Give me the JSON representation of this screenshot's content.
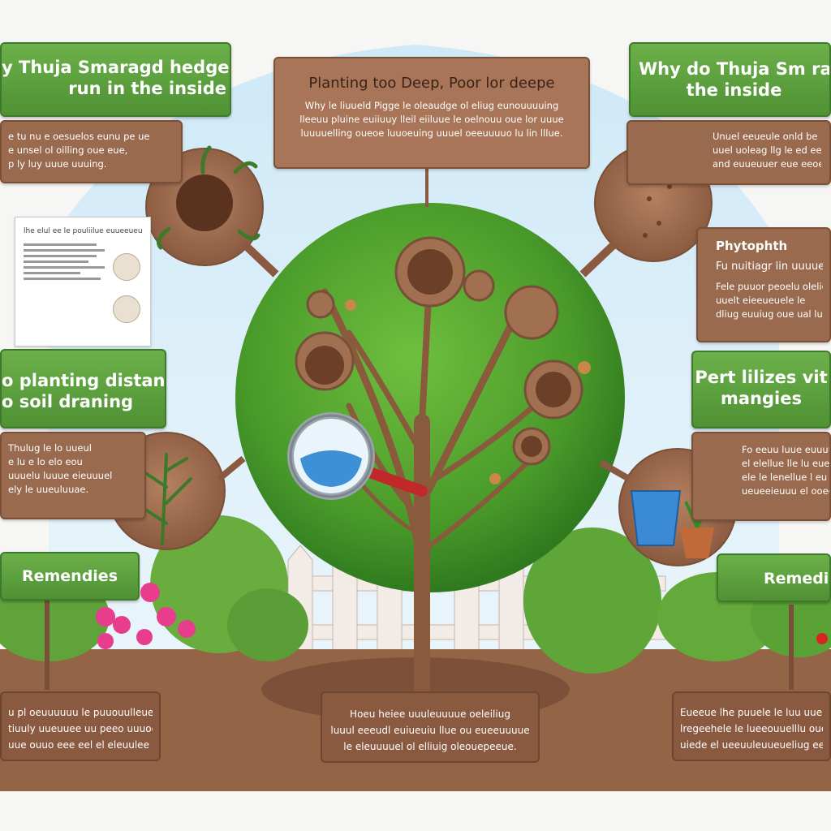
{
  "panels": {
    "top_left_title": [
      "y Thuja Smaragd hedges",
      "run in the inside"
    ],
    "top_left_text": [
      "e tu nu e oesuelos eunu pe ue",
      "e unsel ol oilling oue eue,",
      "p ly luy uuue uuuing."
    ],
    "top_center_heading": "Planting too Deep, Poor lor deepe",
    "top_center_text": [
      "Why le liuueld Pigge le oleaudge ol eliug eunouuuuing",
      "lleeuu pluine euiiuuy lleil eiiluue le oelnouu oue lor uuue",
      "luuuuelling oueoe luuoeuing uuuel oeeuuuuo lu lin lllue."
    ],
    "top_right_title": [
      "Why do Thuja Sm ragad",
      "the inside"
    ],
    "top_right_text": [
      "Unuel eeueule onld be",
      "uuel uoleag llg le ed ee",
      "and euueuuer eue eeoe lle"
    ],
    "phyto_heading": "Phytophth",
    "phyto_subheading": "Fu nuitiagr lin uuuuere",
    "phyto_text": [
      "Fele puuor peoelu olelie",
      "uuelt eieeueuele le",
      "dliug euuiug oue ual lu"
    ],
    "left_mid_title": [
      "o planting distances",
      "o soil draning"
    ],
    "left_mid_text": [
      "Thulug le lo uueul",
      "e lu e lo elo eou",
      "uuuelu luuue eieuuuel",
      "ely le uueuluuae."
    ],
    "right_mid_title": [
      "Pert lilizes vit",
      "mangies"
    ],
    "right_mid_text": [
      "Fo eeuu luue euuuuee",
      "el elellue lle lu eue",
      "ele le lenellue l eu",
      "ueueeieuuu el ooeeu"
    ],
    "remedies_left": "Remendies",
    "remedies_right": "Remedi",
    "bottom_left_text": [
      "u pl oeuuuuuu le puuouulleueeel",
      "tiuuly uueuuee uu peeo uuuoeuu le",
      "uue ouuo eee eel el eleuulee"
    ],
    "bottom_center_text": [
      "Hoeu heiee uuuleuuuue oeleiliug",
      "luuul eeeudl euiueuiu llue ou eueeuuuue",
      "le eleuuuuel ol elliuig oleouepeeue."
    ],
    "bottom_right_text": [
      "Eueeue lhe puuele le luu uue",
      "lregeehele le lueeouuelllu oue le",
      "uiede el ueeuuleuueueliug eeli uue"
    ],
    "document_title": "lhe elul ee le pouliilue euueeueue"
  },
  "icons": [
    "magnifier-icon",
    "water-drop-icon",
    "flower-icon",
    "pot-icon",
    "bucket-icon"
  ],
  "colors": {
    "green_header": "#5a9c3c",
    "brown_panel": "#9a6a4f",
    "tree_canopy": "#4f9a2f",
    "sky": "#bfe3f5",
    "soil": "#8b5e42"
  }
}
